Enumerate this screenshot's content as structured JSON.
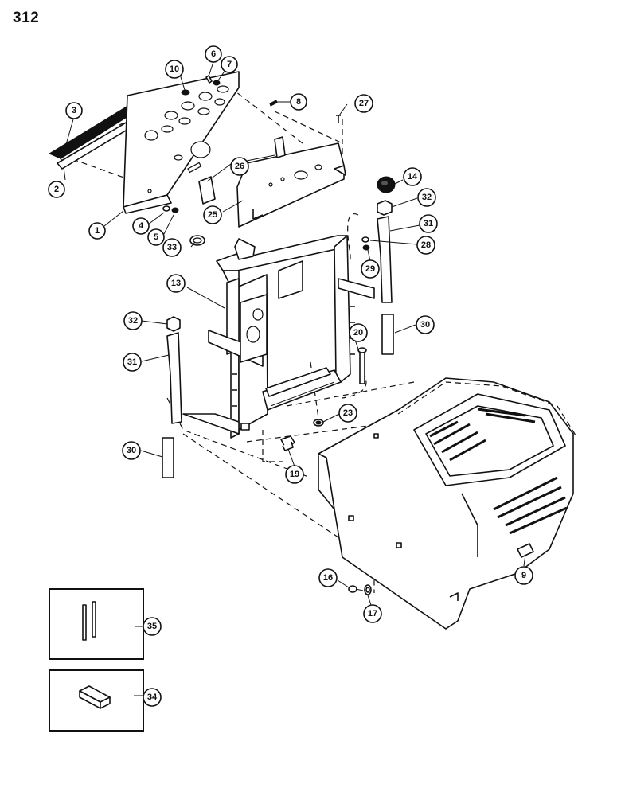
{
  "page_number": "312",
  "callouts": [
    {
      "id": "c1",
      "label": "1"
    },
    {
      "id": "c2",
      "label": "2"
    },
    {
      "id": "c3",
      "label": "3"
    },
    {
      "id": "c4",
      "label": "4"
    },
    {
      "id": "c5",
      "label": "5"
    },
    {
      "id": "c6",
      "label": "6"
    },
    {
      "id": "c7",
      "label": "7"
    },
    {
      "id": "c8",
      "label": "8"
    },
    {
      "id": "c9",
      "label": "9"
    },
    {
      "id": "c10",
      "label": "10"
    },
    {
      "id": "c13",
      "label": "13"
    },
    {
      "id": "c14",
      "label": "14"
    },
    {
      "id": "c16",
      "label": "16"
    },
    {
      "id": "c17",
      "label": "17"
    },
    {
      "id": "c19",
      "label": "19"
    },
    {
      "id": "c20",
      "label": "20"
    },
    {
      "id": "c23",
      "label": "23"
    },
    {
      "id": "c25",
      "label": "25"
    },
    {
      "id": "c26",
      "label": "26"
    },
    {
      "id": "c27",
      "label": "27"
    },
    {
      "id": "c28",
      "label": "28"
    },
    {
      "id": "c29",
      "label": "29"
    },
    {
      "id": "c30a",
      "label": "30"
    },
    {
      "id": "c30b",
      "label": "30"
    },
    {
      "id": "c31a",
      "label": "31"
    },
    {
      "id": "c31b",
      "label": "31"
    },
    {
      "id": "c32a",
      "label": "32"
    },
    {
      "id": "c32b",
      "label": "32"
    },
    {
      "id": "c33",
      "label": "33"
    },
    {
      "id": "c34",
      "label": "34"
    },
    {
      "id": "c35",
      "label": "35"
    }
  ]
}
